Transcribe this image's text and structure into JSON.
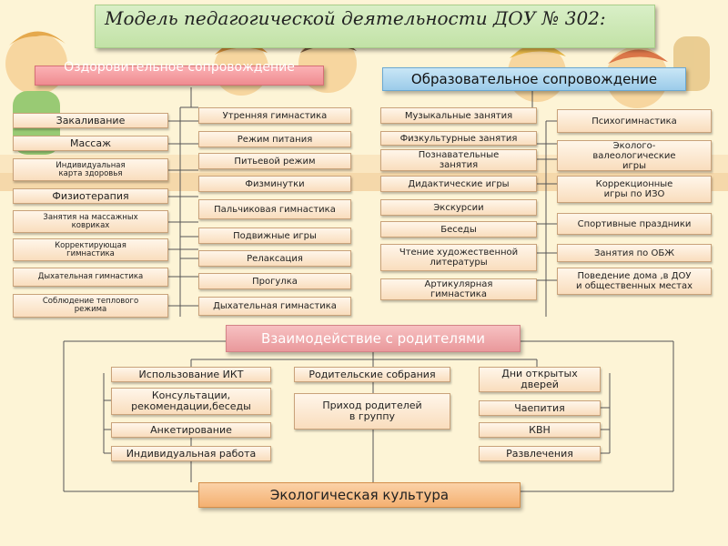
{
  "title": "Модель педагогической деятельности ДОУ № 302:",
  "health": {
    "header": "Оздоровительное сопровождение",
    "left": [
      "Закаливание",
      "Массаж",
      "Индивидуальная\nкарта здоровья",
      "Физиотерапия",
      "Занятия на массажных\nковриках",
      "Корректирующая\nгимнастика",
      "Дыхательная гимнастика",
      "Соблюдение теплового\nрежима"
    ],
    "right": [
      "Утренняя гимнастика",
      "Режим питания",
      "Питьевой режим",
      "Физминутки",
      "Пальчиковая гимнастика",
      "Подвижные игры",
      "Релаксация",
      "Прогулка",
      "Дыхательная гимнастика"
    ]
  },
  "education": {
    "header": "Образовательное сопровождение",
    "left": [
      "Музыкальные занятия",
      "Физкультурные занятия",
      "Познавательные\nзанятия",
      "Дидактические игры",
      "Экскурсии",
      "Беседы",
      "Чтение художественной\nлитературы",
      "Артикулярная\nгимнастика"
    ],
    "right": [
      "Психогимнастика",
      "Эколого-\nвалеологические\nигры",
      "Коррекционные\nигры по ИЗО",
      "Спортивные праздники",
      "Занятия по ОБЖ",
      "Поведение дома ,в ДОУ\nи общественных местах"
    ]
  },
  "parents": {
    "header": "Взаимодействие с родителями",
    "col1": [
      "Использование ИКТ",
      "Консультации,\nрекомендации,беседы",
      "Анкетирование",
      "Индивидуальная работа"
    ],
    "col2": [
      "Родительские собрания",
      "Приход родителей\nв группу"
    ],
    "col3": [
      "Дни открытых\nдверей",
      "Чаепития",
      "КВН",
      "Развлечения"
    ]
  },
  "bottom": "Экологическая культура",
  "colors": {
    "background": "#fdf4d6",
    "title_green": "#c2e2a6",
    "health_pink": "#ef8b90",
    "education_blue": "#9bcbe9",
    "box_peach": "#f9ddbd",
    "bottom_orange": "#f4b071",
    "connector": "#555555"
  }
}
